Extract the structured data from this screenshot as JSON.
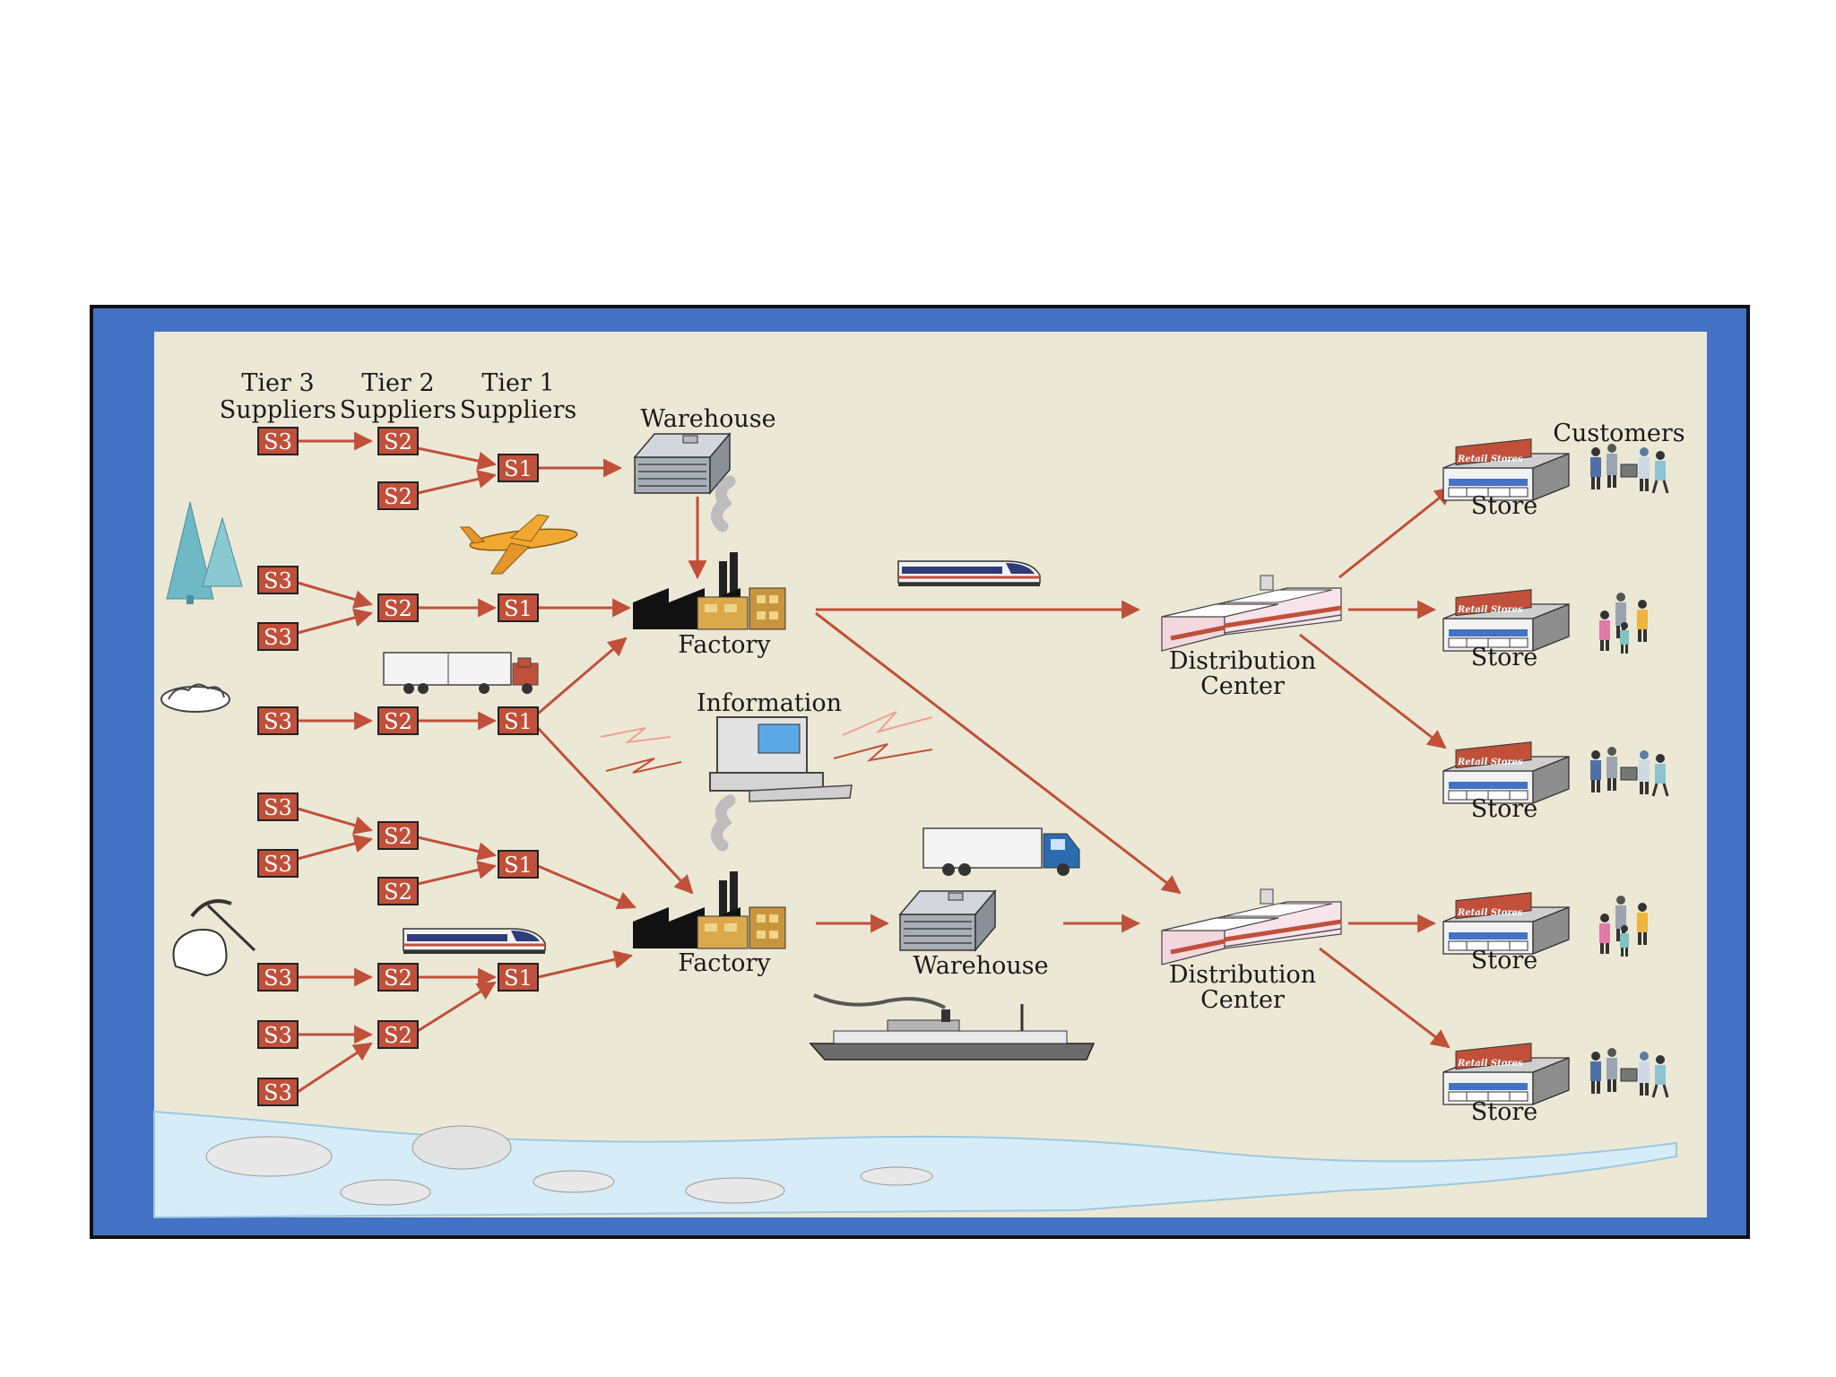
{
  "colors": {
    "frame": "#4472c4",
    "panel": "#ece8d6",
    "arrow": "#c0503a",
    "node_fill": "#c0503a",
    "water": "#d6ecf7"
  },
  "headers": {
    "tier3": [
      "Tier 3",
      "Suppliers"
    ],
    "tier2": [
      "Tier 2",
      "Suppliers"
    ],
    "tier1": [
      "Tier 1",
      "Suppliers"
    ]
  },
  "node_labels": {
    "s3": "S3",
    "s2": "S2",
    "s1": "S1"
  },
  "labels": {
    "warehouse_top": "Warehouse",
    "warehouse_bottom": "Warehouse",
    "factory_top": "Factory",
    "factory_bottom": "Factory",
    "information": "Information",
    "dc_top": [
      "Distribution",
      "Center"
    ],
    "dc_bottom": [
      "Distribution",
      "Center"
    ],
    "customers": "Customers",
    "store": "Store",
    "store_sign": "Retail Stores"
  },
  "icons": [
    "pine-trees-icon",
    "rocks-pile-icon",
    "pickaxe-ore-icon",
    "airplane-icon",
    "semi-truck-icon",
    "bullet-train-icon",
    "computer-icon",
    "box-truck-icon",
    "cargo-ship-icon",
    "factory-icon",
    "warehouse-icon",
    "distribution-center-icon",
    "retail-store-icon",
    "customers-group-icon"
  ]
}
